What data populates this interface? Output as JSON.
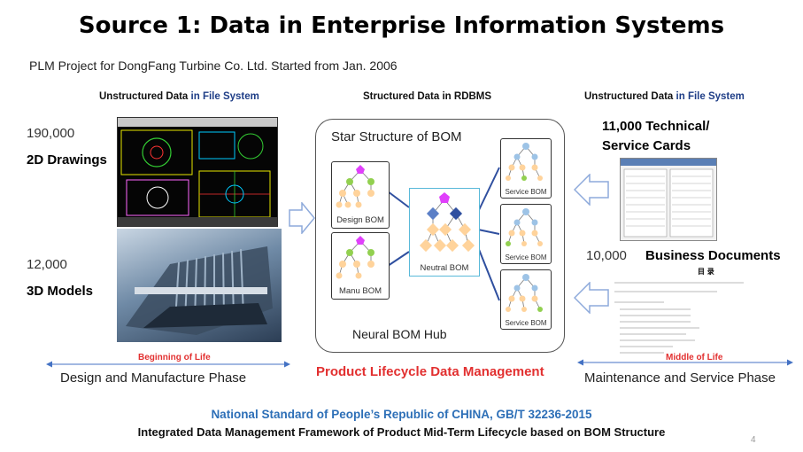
{
  "title": "Source 1: Data in Enterprise Information Systems",
  "subtitle": "PLM Project for DongFang Turbine Co. Ltd. Started from Jan. 2006",
  "left": {
    "header_prefix": "Unstructured Data ",
    "header_suffix": "in File System",
    "drawings_count": "190,000",
    "drawings_label": "2D Drawings",
    "models_count": "12,000",
    "models_label": "3D Models",
    "life_label": "Beginning of Life",
    "phase_label": "Design and Manufacture Phase"
  },
  "center": {
    "header_prefix": "Structured Data ",
    "header_suffix": "in RDBMS",
    "star_title": "Star Structure of BOM",
    "design_bom": "Design BOM",
    "manu_bom": "Manu BOM",
    "neutral_bom": "Neutral BOM",
    "service_bom": [
      "Service BOM",
      "Service BOM",
      "Service BOM"
    ],
    "hub_label": "Neural BOM Hub",
    "plm_label": "Product Lifecycle Data Management"
  },
  "right": {
    "header_prefix": "Unstructured Data ",
    "header_suffix": "in File System",
    "cards_label_line1": "11,000  Technical/",
    "cards_label_line2": "Service Cards",
    "docs_count": "10,000",
    "docs_label": "Business Documents",
    "docs_heading": "目 录",
    "life_label": "Middle of Life",
    "phase_label": "Maintenance and Service Phase"
  },
  "footer": {
    "standard": "National Standard of People’s Republic of CHINA, GB/T 32236-2015",
    "framework": "Integrated Data Management Framework of Product Mid-Term Lifecycle based on BOM Structure",
    "page_number": "4"
  },
  "colors": {
    "blue_header": "#1f3e87",
    "red_accent": "#e23030",
    "footer_blue": "#2d6fb7",
    "arrow_blue": "#4472c4",
    "bom_blue_node": "#9dc3e6",
    "bom_orange_node": "#ffd39b",
    "bom_magenta_node": "#e040fb",
    "bom_green_node": "#92d050",
    "neutral_dark_node": "#2f4f9f"
  }
}
